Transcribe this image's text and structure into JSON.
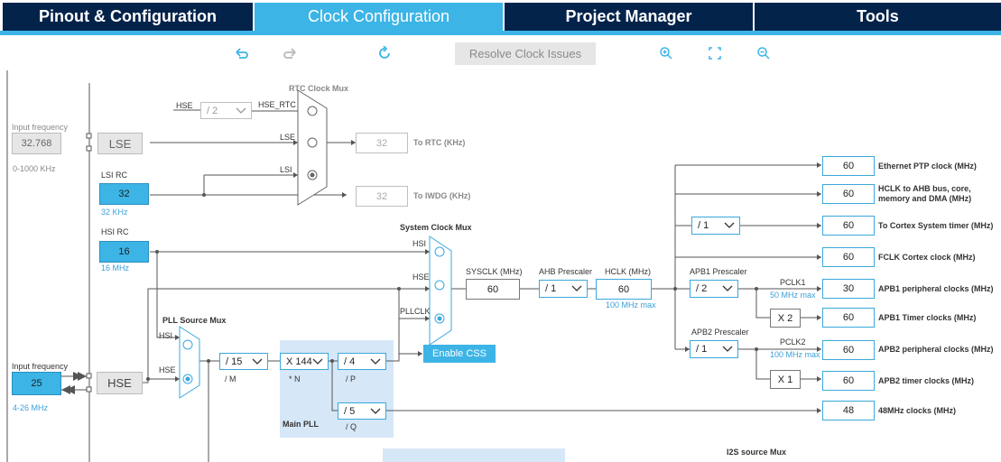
{
  "tabs": [
    {
      "label": "Pinout & Configuration"
    },
    {
      "label": "Clock Configuration"
    },
    {
      "label": "Project Manager"
    },
    {
      "label": "Tools"
    }
  ],
  "toolbar": {
    "resolve_label": "Resolve Clock Issues"
  },
  "icons": {
    "undo": "undo-icon",
    "redo": "redo-icon",
    "reset": "refresh-icon",
    "zoom_in": "zoom-in-icon",
    "fit": "fit-to-screen-icon",
    "zoom_out": "zoom-out-icon"
  },
  "colors": {
    "accent": "#3cb4e6",
    "nav": "#03234b",
    "pll_area": "#d6e7f7"
  },
  "lse": {
    "freq_title": "Input frequency",
    "value": "32.768",
    "range": "0-1000 KHz",
    "label": "LSE"
  },
  "rtc": {
    "mux_title": "RTC Clock Mux",
    "hse": "HSE",
    "div": "/ 2",
    "hse_rtc": "HSE_RTC",
    "lse": "LSE",
    "lsi": "LSI",
    "out_value": "32",
    "out_label": "To RTC (KHz)"
  },
  "iwdg": {
    "out_value": "32",
    "out_label": "To IWDG (KHz)"
  },
  "lsi": {
    "title": "LSI RC",
    "value": "32",
    "unit": "32 KHz"
  },
  "hsi": {
    "title": "HSI RC",
    "value": "16",
    "unit": "16 MHz"
  },
  "sysmux": {
    "title": "System Clock Mux",
    "hsi": "HSI",
    "hse": "HSE",
    "pllclk": "PLLCLK",
    "css": "Enable CSS"
  },
  "pllmux": {
    "title": "PLL Source Mux",
    "hsi": "HSI",
    "hse": "HSE"
  },
  "hse": {
    "freq_title": "Input frequency",
    "value": "25",
    "range": "4-26 MHz",
    "label": "HSE"
  },
  "pll": {
    "m": "/ 15",
    "m_label": "/ M",
    "n": "X 144",
    "n_label": "* N",
    "p": "/ 4",
    "p_label": "/ P",
    "q": "/ 5",
    "q_label": "/ Q",
    "title": "Main PLL"
  },
  "sysclk": {
    "label": "SYSCLK (MHz)",
    "value": "60"
  },
  "ahb": {
    "label": "AHB Prescaler",
    "value": "/ 1"
  },
  "hclk": {
    "label": "HCLK (MHz)",
    "value": "60",
    "max": "100 MHz max"
  },
  "apb1": {
    "label": "APB1 Prescaler",
    "value": "/ 2",
    "pclk": "PCLK1",
    "pclk_max": "50 MHz max",
    "timer_mult": "X 2"
  },
  "apb2": {
    "label": "APB2 Prescaler",
    "value": "/ 1",
    "pclk": "PCLK2",
    "pclk_max": "100 MHz max",
    "timer_mult": "X 1"
  },
  "cortex_div": "/ 1",
  "outputs": [
    {
      "value": "60",
      "label": "Ethernet PTP clock (MHz)"
    },
    {
      "value": "60",
      "label": "HCLK to AHB bus, core,",
      "label2": "memory and DMA (MHz)"
    },
    {
      "value": "60",
      "label": "To Cortex System timer (MHz)"
    },
    {
      "value": "60",
      "label": "FCLK Cortex clock (MHz)"
    },
    {
      "value": "30",
      "label": "APB1 peripheral clocks (MHz)"
    },
    {
      "value": "60",
      "label": "APB1 Timer clocks (MHz)"
    },
    {
      "value": "60",
      "label": "APB2 peripheral clocks (MHz)"
    },
    {
      "value": "60",
      "label": "APB2 timer clocks (MHz)"
    },
    {
      "value": "48",
      "label": "48MHz clocks (MHz)"
    }
  ],
  "i2s": {
    "title": "I2S source Mux"
  }
}
